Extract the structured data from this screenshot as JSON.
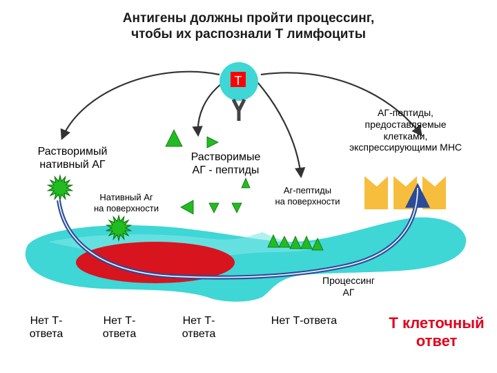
{
  "title": "Антигены должны  пройти процессинг,\nчтобы их распознали Т лимфоциты",
  "t_cell_label": "Т",
  "labels": {
    "soluble_native": "Растворимый\nнативный АГ",
    "soluble_peptides": "Растворимые\nАГ - пептиды",
    "mhc_peptides": "АГ-пептиды,\nпредоставляемые\nклетками,\nэкспрессирующими МНС",
    "native_surface": "Нативный Аг\nна поверхности",
    "peptides_surface": "Аг-пептиды\nна поверхности",
    "processing": "Процессинг\nАГ"
  },
  "outcomes": {
    "no_response_1": "Нет Т-\nответа",
    "no_response_2": "Нет Т-\nответа",
    "no_response_3": "Нет Т-\nответа",
    "no_response_4": "Нет Т-ответа",
    "t_cell_response": "Т клеточный\nответ"
  },
  "colors": {
    "cell": "#3fd6d6",
    "nucleus": "#d8141e",
    "t_cell": "#3fd6d6",
    "t_label": "#ff0000",
    "antigen": "#22bb22",
    "mhc": "#f7bd3c",
    "arrow": "#3355aa",
    "response": "#e0001b"
  }
}
